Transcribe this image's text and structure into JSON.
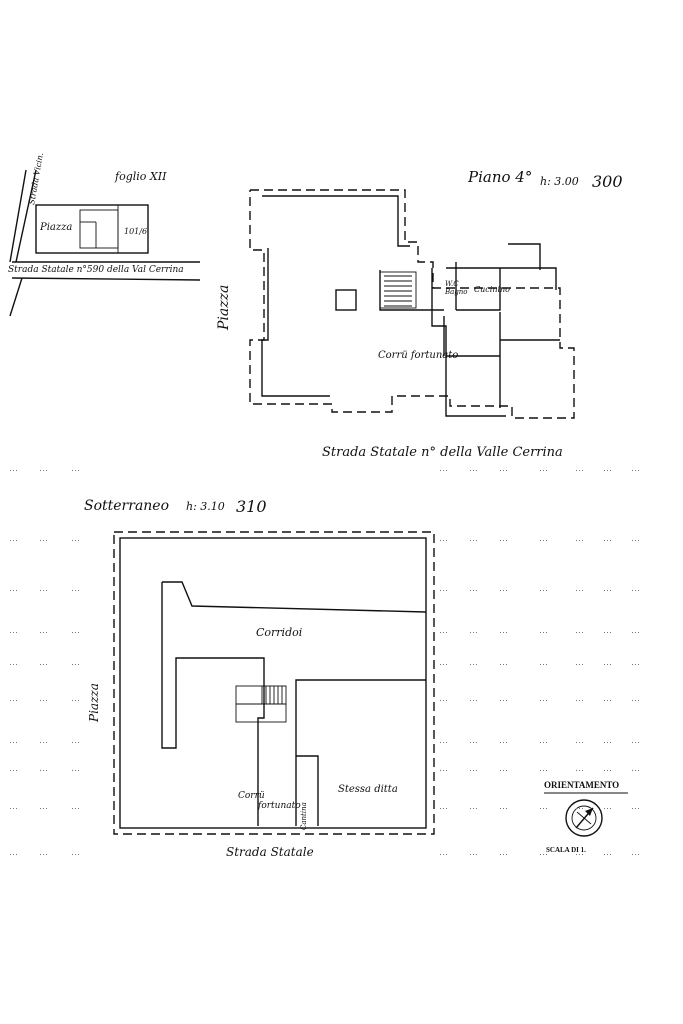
{
  "location_map": {
    "sheet": "foglio XII",
    "road_vertical": "Strada Vicin.",
    "square": "Piazza",
    "parcel": "101/6",
    "road_horizontal": "Strada Statale n°590 della Val Cerrina"
  },
  "upper_plan": {
    "title": "Piano 4°",
    "height_note": "h: 3.00",
    "height_value": "300",
    "side_label": "Piazza",
    "street_label": "Strada Statale n° della Valle Cerrina",
    "rooms": {
      "wc": "W.C",
      "bath": "Bagno",
      "kitchen": "Cucinino",
      "corridor": "Corrü fortunato"
    }
  },
  "basement_plan": {
    "title": "Sotterraneo",
    "height_note": "h: 3.10",
    "height_value": "310",
    "side_label": "Piazza",
    "street_label": "Strada Statale",
    "rooms": {
      "corridors": "Corridoi",
      "corridor_a": "Corrü",
      "corridor_b": "fortunato",
      "cellar": "Cantina",
      "shop": "Stessa ditta"
    }
  },
  "orientation": {
    "label": "ORIENTAMENTO",
    "scale": "SCALA DI 1."
  }
}
